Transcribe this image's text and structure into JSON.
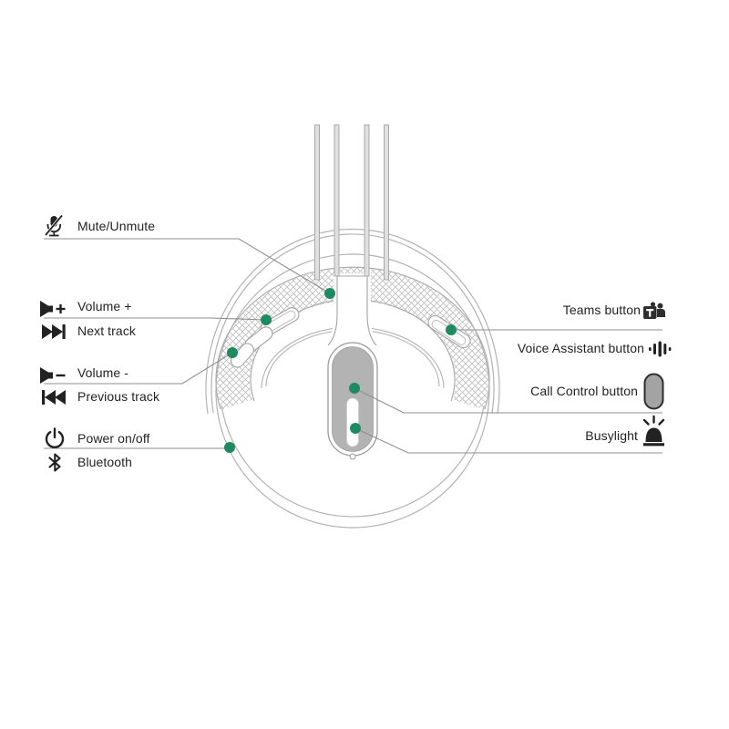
{
  "diagram": {
    "title": "headset-controls-callout-diagram",
    "labels": {
      "mute": "Mute/Unmute",
      "volume_up": "Volume +",
      "next_track": "Next track",
      "volume_down": "Volume -",
      "previous_track": "Previous track",
      "power": "Power on/off",
      "bluetooth": "Bluetooth",
      "teams": "Teams button",
      "voice_assistant": "Voice Assistant button",
      "call_control": "Call Control button",
      "busylight": "Busylight"
    },
    "icons": {
      "mute": "mic-slash-icon",
      "volume_up": "speaker-plus-icon",
      "next_track": "next-track-icon",
      "volume_down": "speaker-minus-icon",
      "previous_track": "previous-track-icon",
      "power": "power-icon",
      "bluetooth": "bluetooth-icon",
      "teams": "teams-logo-icon",
      "voice_assistant": "voice-wave-icon",
      "call_control": "capsule-button-icon",
      "busylight": "beacon-light-icon"
    },
    "markers": [
      "mute-unmute",
      "volume-up-next-track",
      "volume-down-previous-track",
      "teams-voice-assistant",
      "call-control",
      "busylight",
      "power-bluetooth"
    ],
    "colors": {
      "marker_green": "#1f8a5f",
      "line_art_gray": "#b0b0b0",
      "leader_gray": "#8f8f8f",
      "text": "#232323",
      "pill_fill": "#b3b3b3",
      "icon_black": "#222222"
    }
  }
}
